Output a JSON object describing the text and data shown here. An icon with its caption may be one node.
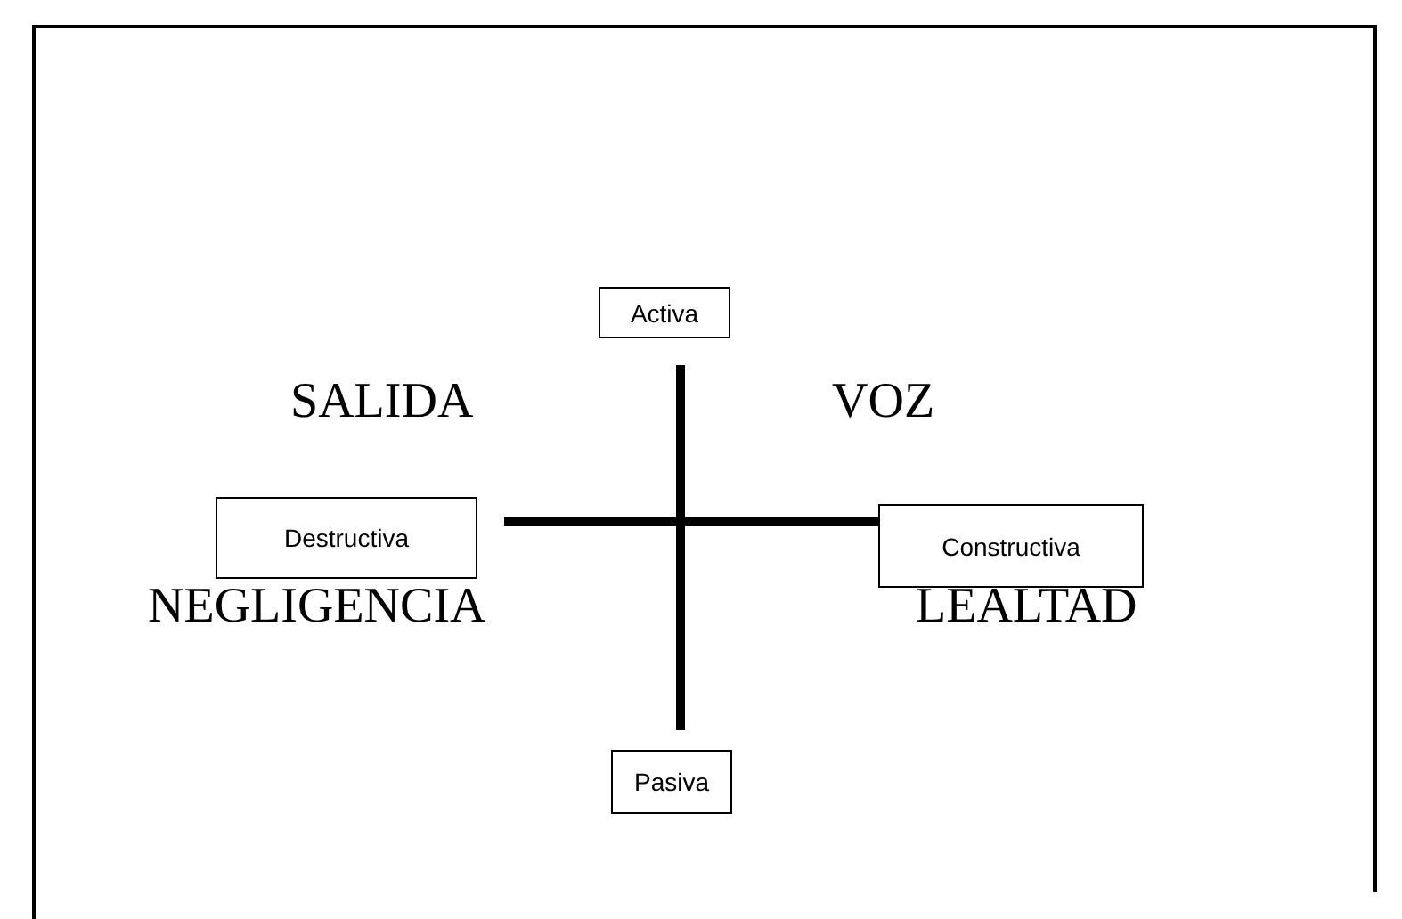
{
  "diagram": {
    "nodes": [
      {
        "text": [
          "Activa"
        ]
      },
      {
        "text": [
          "Destructiva"
        ]
      },
      {
        "text": [
          "Constructiva"
        ]
      },
      {
        "text": [
          "Pasiva"
        ]
      }
    ],
    "labels": [
      "SALIDA",
      "VOZ",
      "NEGLIGENCIA",
      "LEALTAD"
    ]
  }
}
